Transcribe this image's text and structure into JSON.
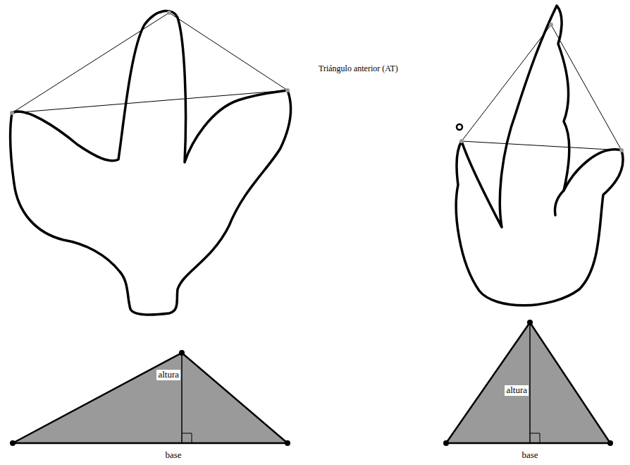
{
  "diagram": {
    "nodes": [
      {
        "text": [
          "altura",
          "base"
        ]
      },
      {
        "text": [
          "altura",
          "base"
        ]
      }
    ],
    "labels": [
      "Triángulo anterior (AT)"
    ]
  }
}
